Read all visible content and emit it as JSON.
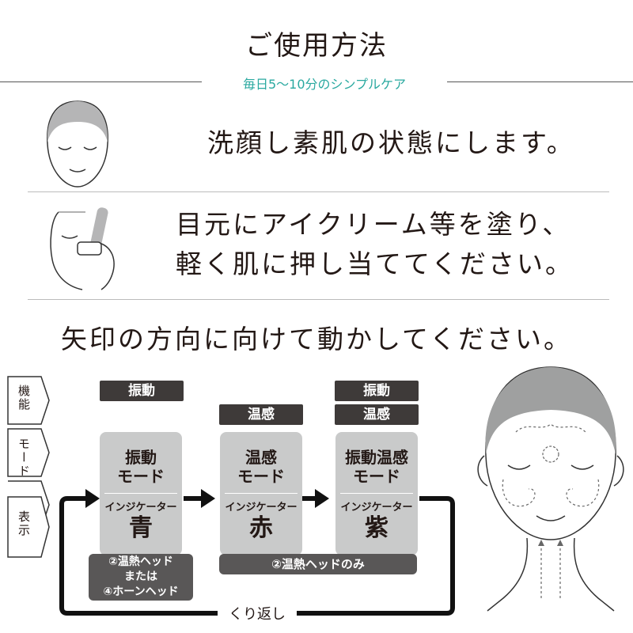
{
  "header": {
    "title": "ご使用方法",
    "subtitle": "毎日5〜10分のシンプルケア"
  },
  "steps": {
    "step1": "洗顔し素肌の状態にします。",
    "step2_line1": "目元にアイクリーム等を塗り、",
    "step2_line2": "軽く肌に押し当ててください。",
    "step3": "矢印の方向に向けて動かしてください。"
  },
  "side_labels": {
    "function": "機能",
    "mode": "モード",
    "display": "表示"
  },
  "modes": [
    {
      "functions": [
        "振動"
      ],
      "mode_name": "振動\nモード",
      "indicator_label": "インジケーター",
      "indicator_color": "青"
    },
    {
      "functions": [
        "温感"
      ],
      "mode_name": "温感\nモード",
      "indicator_label": "インジケーター",
      "indicator_color": "赤"
    },
    {
      "functions": [
        "振動",
        "温感"
      ],
      "mode_name": "振動温感\nモード",
      "indicator_label": "インジケーター",
      "indicator_color": "紫"
    }
  ],
  "heads": {
    "mode1_line1": "②温熱ヘッド",
    "mode1_line2": "または",
    "mode1_line3": "④ホーンヘッド",
    "mode23": "②温熱ヘッドのみ"
  },
  "loop_label": "くり返し",
  "colors": {
    "accent": "#2aa9a0",
    "dark": "#3e3a39",
    "card": "#c9caca",
    "bar": "#595757"
  }
}
